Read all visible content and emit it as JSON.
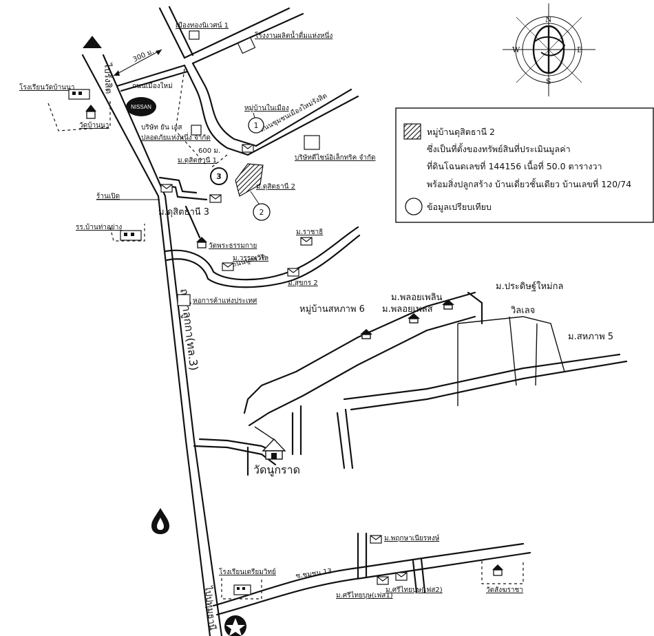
{
  "compass": {
    "n": "N",
    "s": "S",
    "e": "E",
    "w": "W"
  },
  "distances": {
    "d300": "300 ม.",
    "d600": "600 ม."
  },
  "roads": {
    "to_rangsit": "ไปรังสิต",
    "to_pathum": "ไปปทุมธานี",
    "lamlukka": "ถ.ลำลูกกา(ทล.3)",
    "inner_road": "ถนนเมืองใหม่",
    "soi_road": "ถนนชุมชนเมืองใหม่รังสิต",
    "hanot_road": "ถนนนูกราด",
    "soi_13": "ซ.ชุมชน 13"
  },
  "places": {
    "school_top": "โรงเรียนวัดบ้านนา",
    "temple_bannana": "วัดบ้านนา",
    "building_top": "เมืองทองนิเวศน์ 1",
    "factory_top": "โรงงานผลิตน้ำดื่มแห่งหนึ่ง",
    "village_label": "หมู่บ้านในเมือง",
    "company1": "บริษัท ยัน เอส",
    "company1b": "ปลอดภัยแห่งหนึ่ง จำกัด",
    "m_dusit1": "ม.ดุสิตธานี 1",
    "company2": "บริษัทดีไซน์อิเล็กทริค จำกัด",
    "m_dusit2": "ม.ดุสิตธานี 2",
    "shop": "ร้านเปิด",
    "m_dusit3": "ม.ดุสิตธานี 3",
    "school_tha": "รร.บ้านท่าอย่าง",
    "temple_mid": "วัดพระธรรมกาย",
    "m_rachi": "ม.ราชาธิ",
    "m_wanna": "ม.วรรณวิไล",
    "m_sukhon": "ม.สุขกร 2",
    "market": "หอการค้าแห่งประเทศ",
    "village_sahapap6": "หมู่บ้านสหภาพ 6",
    "m_ploy1": "ม.พลอยเพลิน",
    "m_ploy2": "ม.พลอยเพลส",
    "m_pradit": "ม.ประดิษฐ์ใหม่กล",
    "village_lbl": "วิลเลจ",
    "m_sahapap5": "ม.สหภาพ 5",
    "temple_hanot": "วัดนูกราด",
    "m_prueksa": "ม.พฤกษาเนียรหงษ์",
    "school_bottom": "โรงเรียนเตรียมวิทย์",
    "m_sri1": "ม.ศรีไทยบุษ(เฟส1)",
    "m_sri2": "ม.ศรีไทยบุษ(เฟส2)",
    "temple_bottom": "วัดสังฆราชา"
  },
  "markers": {
    "m1": "1",
    "m2": "2",
    "m3": "3"
  },
  "brand": {
    "nissan": "NISSAN"
  },
  "legend": {
    "line1": "หมู่บ้านดุสิตธานี 2",
    "line2": "ซึ่งเป็นที่ตั้งของทรัพย์สินที่ประเมินมูลค่า",
    "line3": "ที่ดินโฉนดเลขที่ 144156  เนื้อที่ 50.0 ตารางวา",
    "line4": "พร้อมสิ่งปลูกสร้าง บ้านเดี่ยวชั้นเดียว บ้านเลขที่  120/74",
    "line5": "ข้อมูลเปรียบเทียบ"
  }
}
